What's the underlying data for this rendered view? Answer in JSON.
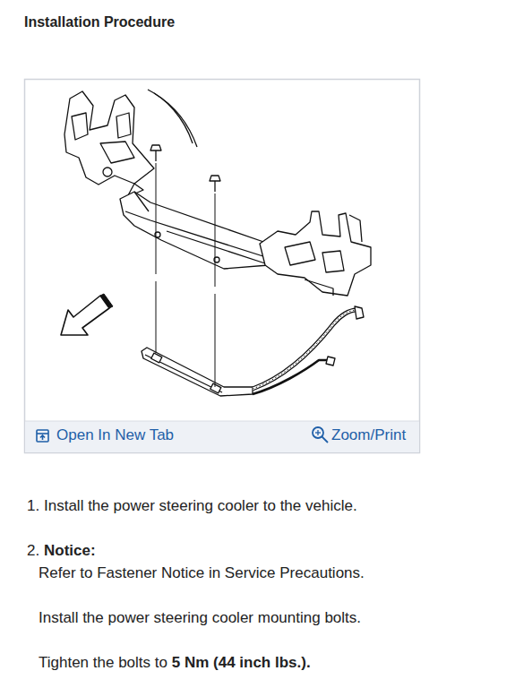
{
  "diagram": {
    "title": "Installation Procedure",
    "labels": [
      "Open In New Tab",
      "Zoom/Print",
      "1.",
      "Install the power steering cooler to the vehicle.",
      "2.",
      "Notice:",
      "Refer to Fastener Notice in Service Precautions.",
      "Install the power steering cooler mounting bolts.",
      "Tighten the bolts to",
      "5 Nm (44 inch lbs.)",
      "."
    ]
  }
}
